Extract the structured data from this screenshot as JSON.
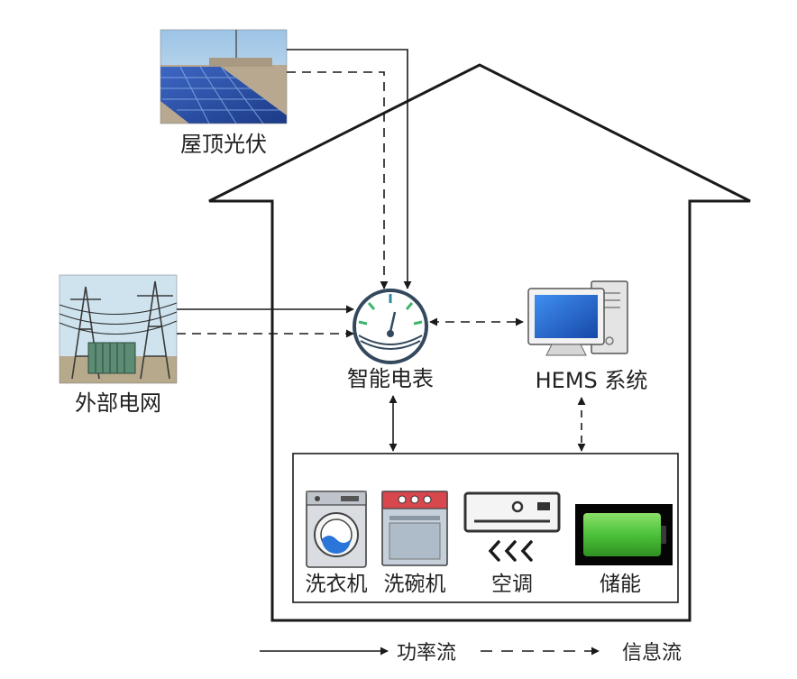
{
  "labels": {
    "rooftop_pv": "屋顶光伏",
    "external_grid": "外部电网",
    "smart_meter": "智能电表",
    "hems": "HEMS 系统"
  },
  "appliances": [
    {
      "id": "washer",
      "label": "洗衣机"
    },
    {
      "id": "dishwasher",
      "label": "洗碗机"
    },
    {
      "id": "ac",
      "label": "空调"
    },
    {
      "id": "storage",
      "label": "储能"
    }
  ],
  "legend": {
    "power_flow": "功率流",
    "info_flow": "信息流"
  },
  "colors": {
    "line": "#1a1a1a",
    "meter_teal": "#2f8aa0",
    "meter_green": "#3fb56a",
    "screen_blue": "#1f64c8",
    "battery_green": "#4cc23a",
    "dishwasher_red": "#d8464e",
    "panel_blue": "#2a4ea8"
  }
}
